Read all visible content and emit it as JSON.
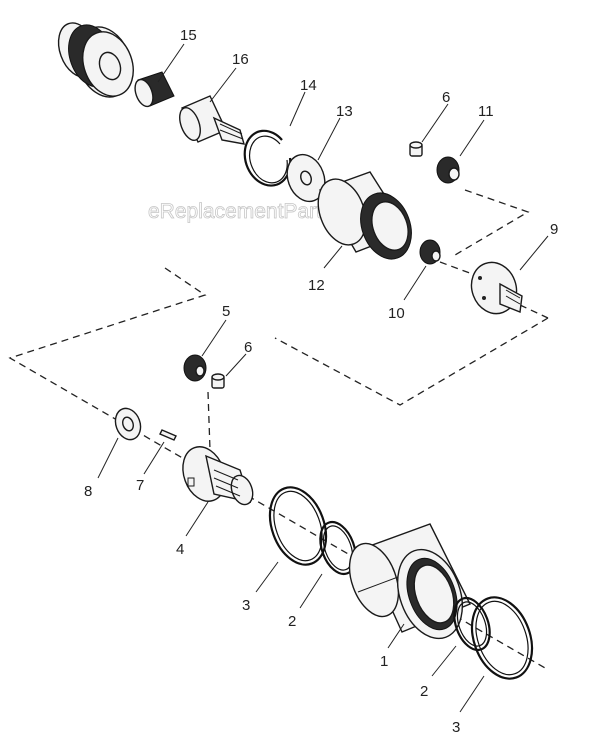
{
  "watermark": "eReplacementParts.com",
  "callouts": {
    "c1": "1",
    "c2a": "2",
    "c2b": "2",
    "c3a": "3",
    "c3b": "3",
    "c4": "4",
    "c5": "5",
    "c6a": "6",
    "c6b": "6",
    "c7": "7",
    "c8": "8",
    "c9": "9",
    "c10": "10",
    "c11": "11",
    "c12": "12",
    "c13": "13",
    "c14": "14",
    "c15": "15",
    "c16": "16"
  }
}
